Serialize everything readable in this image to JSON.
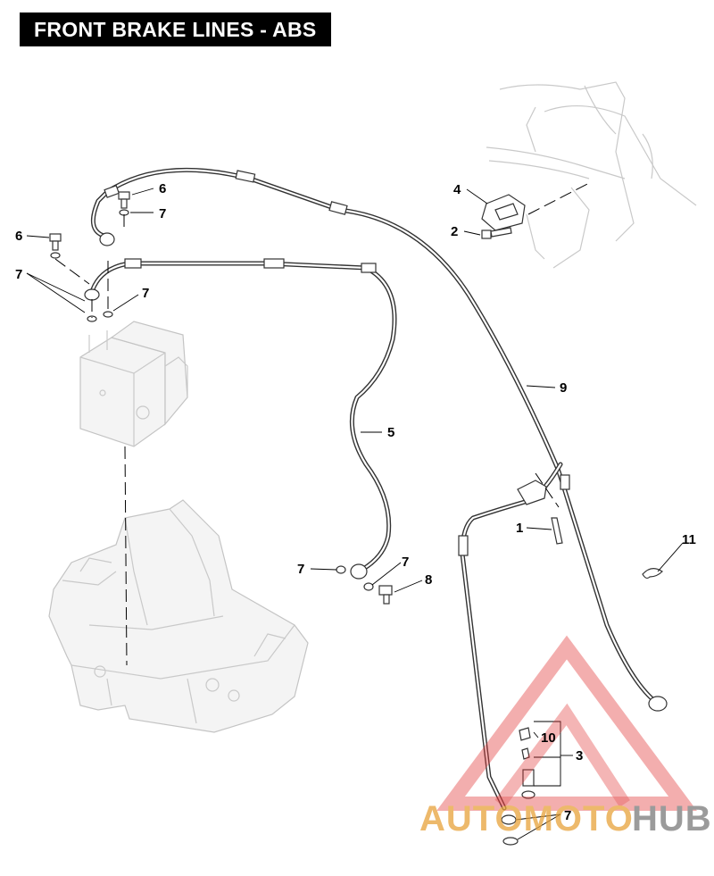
{
  "title": "FRONT BRAKE LINES - ABS",
  "callouts": {
    "c1": "1",
    "c2": "2",
    "c3": "3",
    "c4": "4",
    "c5": "5",
    "c6a": "6",
    "c6b": "6",
    "c7a": "7",
    "c7b": "7",
    "c7c": "7",
    "c7d": "7",
    "c7e": "7",
    "c7f": "7",
    "c8": "8",
    "c9": "9",
    "c10": "10",
    "c11": "11"
  },
  "watermark": {
    "part1": "AUTOMOTO",
    "part2": "HUB",
    "color_primary": "#e8a23a",
    "color_secondary": "#7a7a7a",
    "triangle_color": "#e23a3a"
  }
}
